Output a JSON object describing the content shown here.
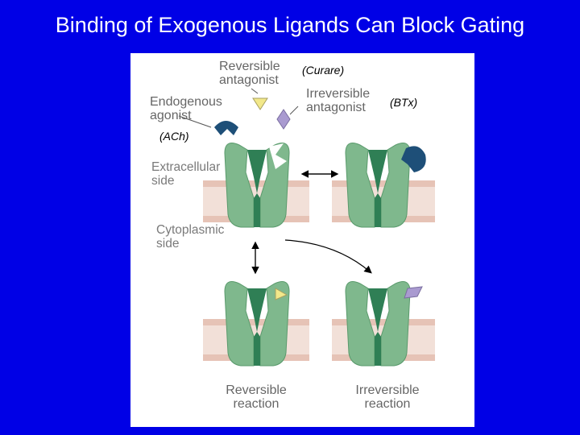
{
  "slide": {
    "title": "Binding of Exogenous Ligands Can Block Gating"
  },
  "figure": {
    "labels": {
      "reversible_antagonist": [
        "Reversible",
        "antagonist"
      ],
      "irreversible_antagonist": [
        "Irreversible",
        "antagonist"
      ],
      "endogenous_agonist": [
        "Endogenous",
        "agonist"
      ],
      "extracellular_side": [
        "Extracellular",
        "side"
      ],
      "cytoplasmic_side": [
        "Cytoplasmic",
        "side"
      ],
      "reversible_reaction": [
        "Reversible",
        "reaction"
      ],
      "irreversible_reaction": [
        "Irreversible",
        "reaction"
      ]
    },
    "annotations": {
      "curare": "(Curare)",
      "btx": "(BTx)",
      "ach": "(ACh)"
    },
    "colors": {
      "background": "#0000e6",
      "channel": "#7fb88d",
      "channel_dark": "#2f7f55",
      "membrane": "#f0d8cc",
      "membrane_edge": "#c89a8a",
      "agonist": "#1e4f78",
      "reversible_antagonist": "#f2e88a",
      "irreversible_antagonist": "#a99ad0"
    }
  }
}
